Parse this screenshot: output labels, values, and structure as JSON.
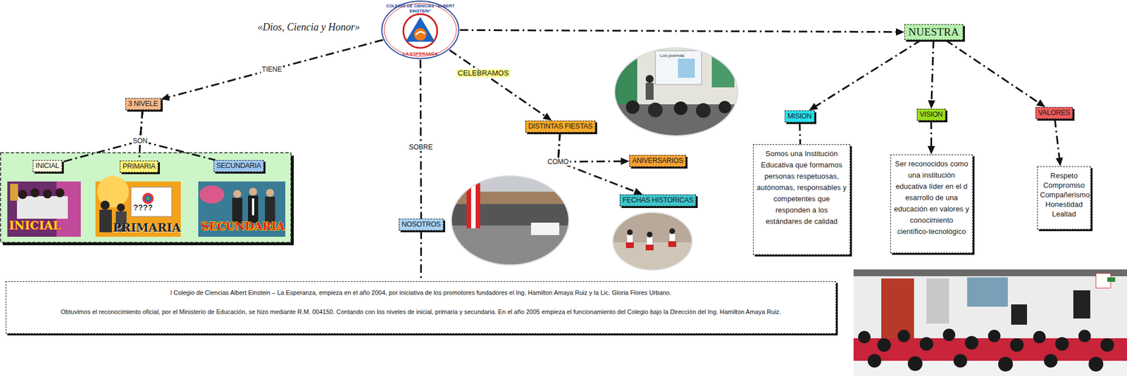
{
  "diagram": {
    "nodes": [
      {
        "text": [
          "COLEGIO DE CIENCIAS \"ALBERT EINSTEIN\"",
          "LA ESPERANZA"
        ]
      },
      {
        "text": [
          "3 NIVELE"
        ]
      },
      {
        "text": [
          "INICIAL"
        ]
      },
      {
        "text": [
          "PRIMARIA"
        ]
      },
      {
        "text": [
          "SECUNDARIA"
        ]
      },
      {
        "text": [
          "NOSOTROS"
        ]
      },
      {
        "text": [
          "l Colegio de Ciencias Albert Einstein – La Esperanza, empieza en el año 2004, por iniciativa de los promotores fundadores el Ing. Hamilton Amaya Ruiz y la Lic. Gloria Flores Urbano.",
          "Obtuvimos el reconocimiento oficial, por el Ministerio de Educación, se hizo mediante R.M. 004150. Contando con los niveles de inicial, primaria y secundaria. En el año 2005 empieza el funcionamiento del Colegio bajo la Dirección del Ing. Hamilton Amaya Ruiz."
        ]
      },
      {
        "text": [
          "DISTINTAS FIESTAS"
        ]
      },
      {
        "text": [
          "ANIVERSARIOS"
        ]
      },
      {
        "text": [
          "FECHAS HISTORICAS"
        ]
      },
      {
        "text": [
          "NUESTRA"
        ]
      },
      {
        "text": [
          "MISION"
        ]
      },
      {
        "text": [
          "Somos una Institución Educativa que formamos personas respetuosas, autónomas, responsables y competentes que responden a los estándares de calidad"
        ]
      },
      {
        "text": [
          "VISION"
        ]
      },
      {
        "text": [
          "Ser reconocidos como una institución educativa líder en el d esarrollo de una educación en valores y conocimiento científico-tecnológico"
        ]
      },
      {
        "text": [
          "VALORES"
        ]
      },
      {
        "text": [
          "Respeto",
          "Compromiso",
          "Compañerismo",
          "Honestidad",
          "Lealtad"
        ]
      }
    ],
    "edges": [
      {
        "from": 0,
        "to": 1,
        "label": "TIENE",
        "arrow": "to"
      },
      {
        "from": 1,
        "to": 2,
        "label": "SON",
        "arrow": "none"
      },
      {
        "from": 1,
        "to": 3,
        "arrow": "none"
      },
      {
        "from": 1,
        "to": 4,
        "arrow": "none"
      },
      {
        "from": 0,
        "to": 5,
        "label": "SOBRE",
        "arrow": "none"
      },
      {
        "from": 5,
        "to": 6,
        "arrow": "none"
      },
      {
        "from": 0,
        "to": 7,
        "label": "CELEBRAMOS",
        "arrow": "to"
      },
      {
        "from": 7,
        "to": 8,
        "label": "COMO",
        "arrow": "to"
      },
      {
        "from": 7,
        "to": 9,
        "arrow": "to"
      },
      {
        "from": 0,
        "to": 10,
        "arrow": "to"
      },
      {
        "from": 10,
        "to": 11,
        "arrow": "to"
      },
      {
        "from": 10,
        "to": 13,
        "arrow": "to"
      },
      {
        "from": 10,
        "to": 15,
        "arrow": "to"
      },
      {
        "from": 11,
        "to": 12,
        "arrow": "none"
      },
      {
        "from": 13,
        "to": 14,
        "arrow": "to"
      },
      {
        "from": 15,
        "to": 16,
        "arrow": "to"
      }
    ],
    "labels": [
      "«Dios, Ciencia y Honor»",
      "INICIAL",
      "????",
      "PRIMARIA",
      "SECUNDARIA",
      "Los poemas"
    ]
  }
}
